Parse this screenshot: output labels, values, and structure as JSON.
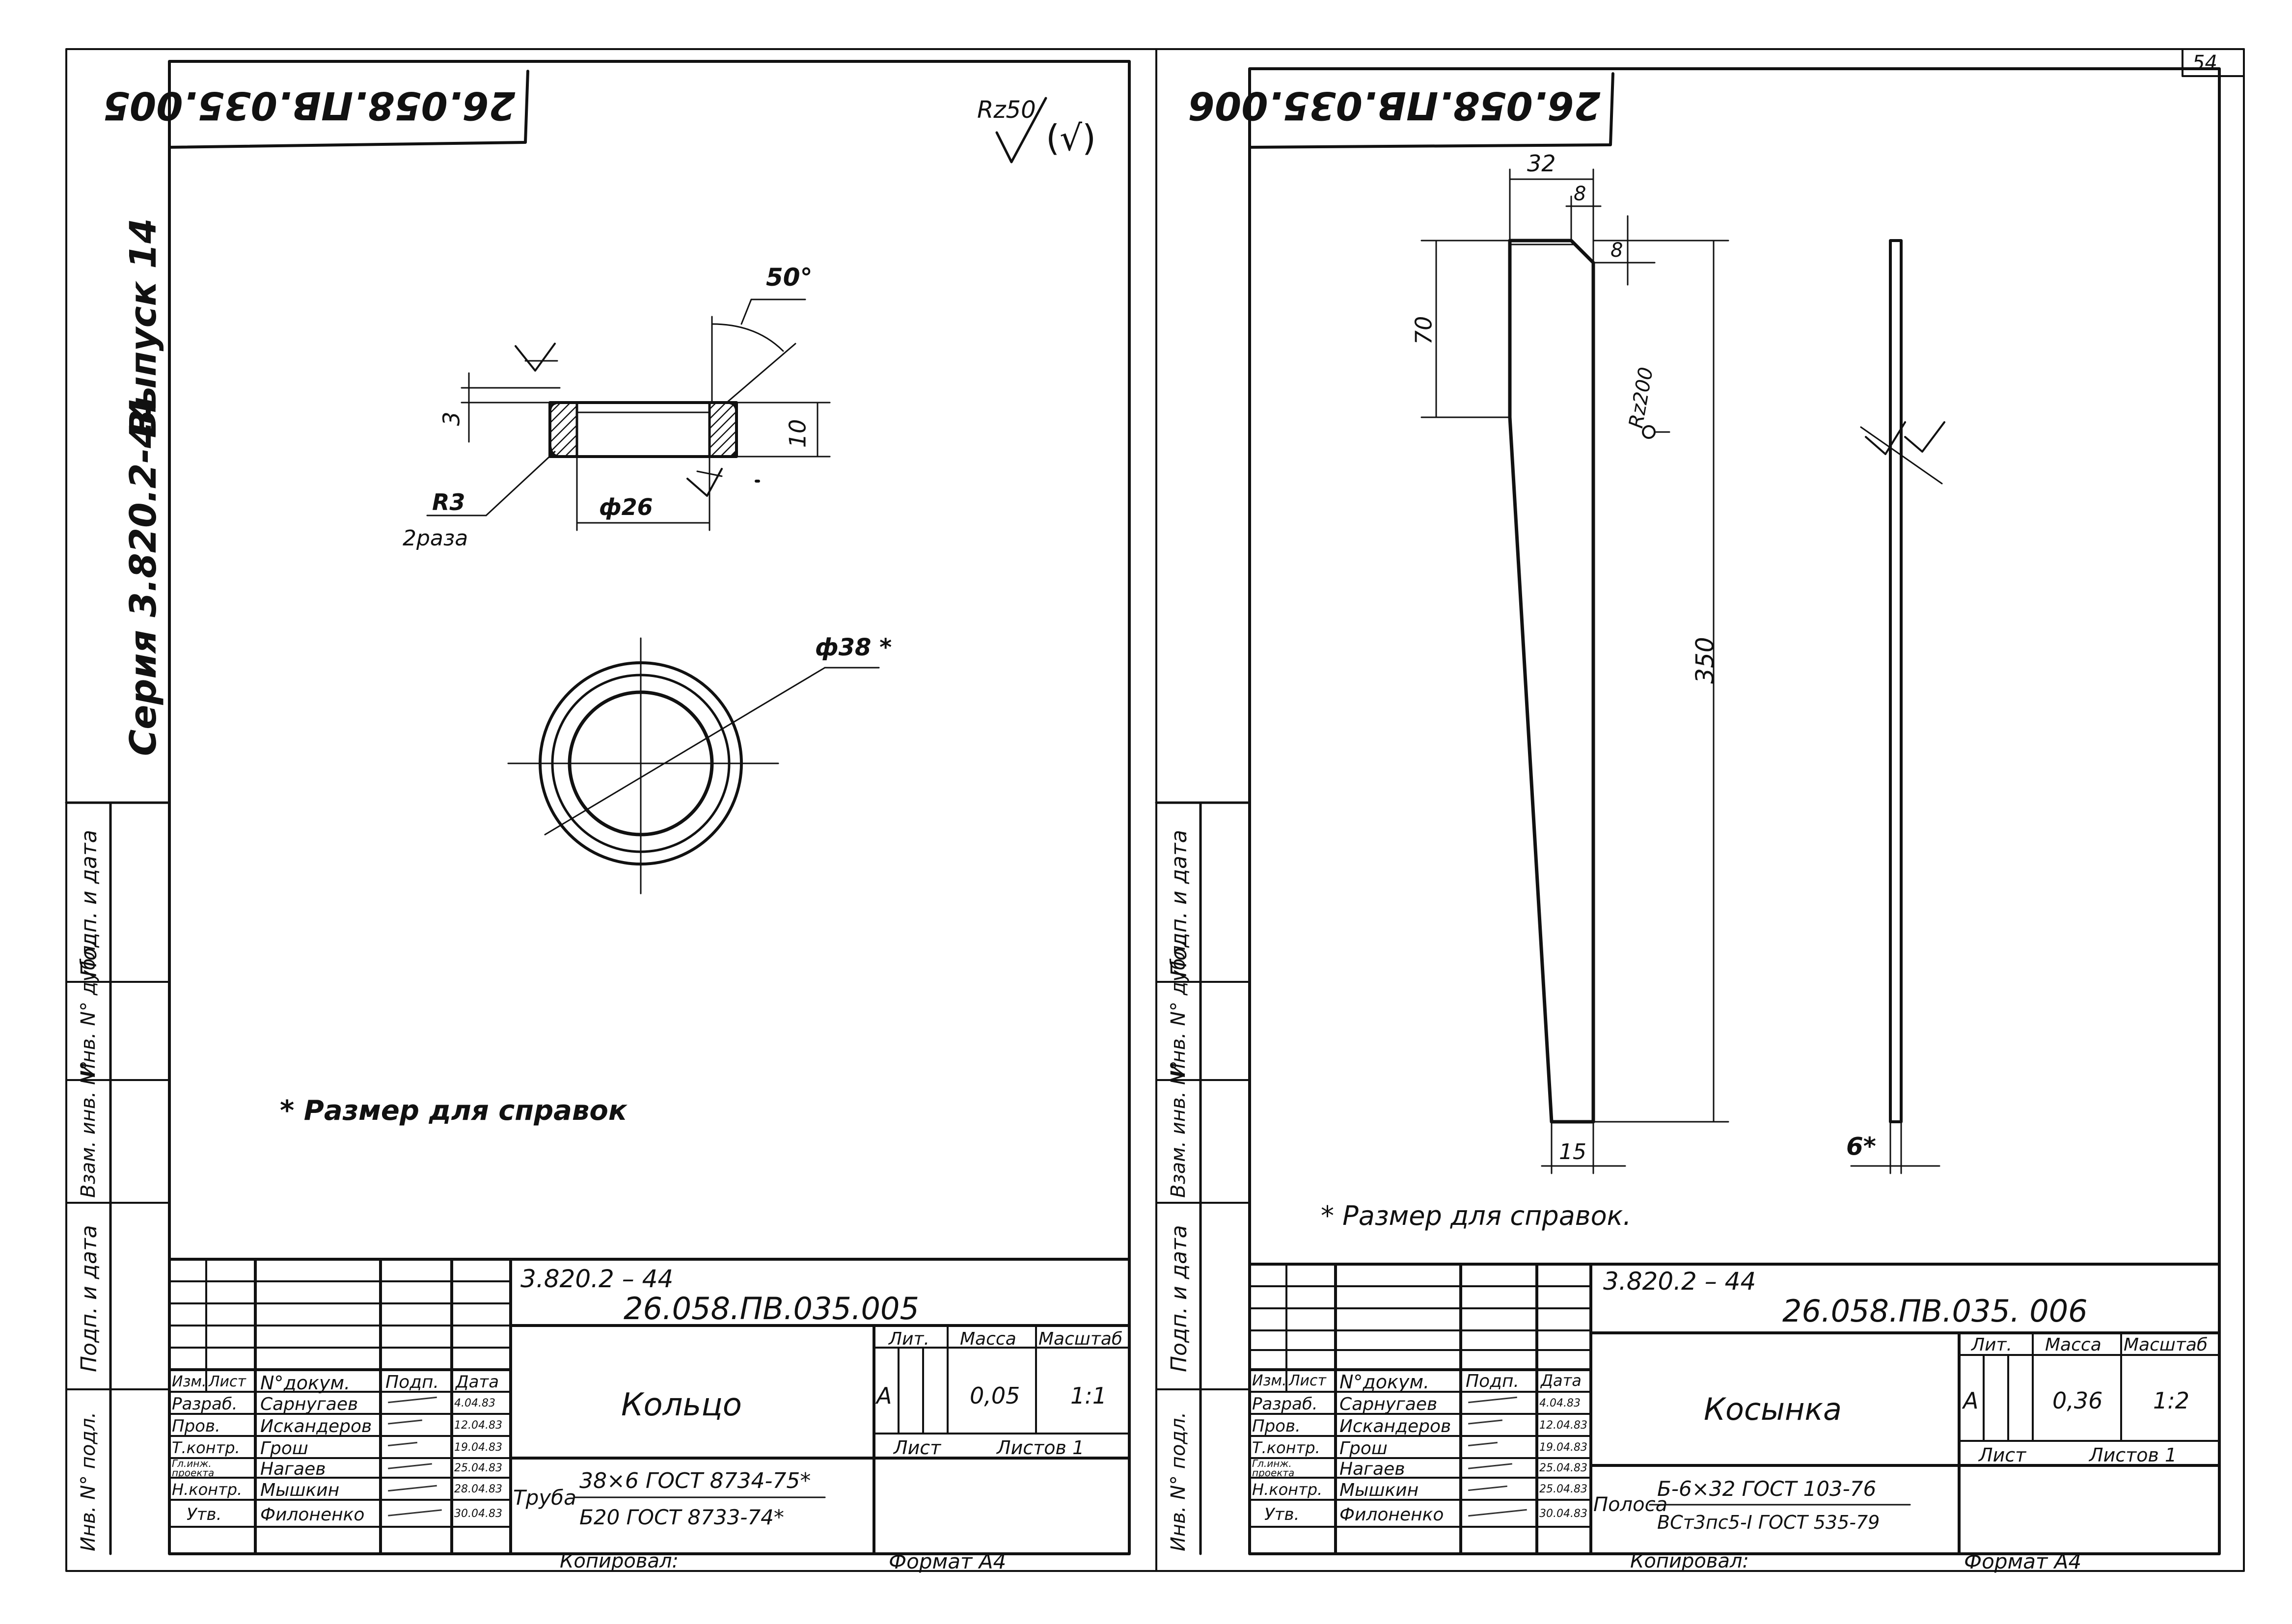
{
  "page_number": "54",
  "left_sheet": {
    "mirrored_code": "26.058.ПВ.035.005",
    "roughness": {
      "value": "Rz50",
      "mark": "(√)"
    },
    "side_stamp": {
      "series": "Серия 3.820.2-44",
      "issue": "Выпуск 14"
    },
    "dimensions": {
      "angle": "50°",
      "thickness": "3",
      "height": "10",
      "radius": "R3",
      "radius_note": "2раза",
      "inner_diameter": "ф26",
      "outer_diameter": "ф38 *"
    },
    "note": "* Размер для справок",
    "title_block": {
      "series": "3.820.2 – 44",
      "code": "26.058.ПВ.035.005",
      "name": "Кольцо",
      "lit_header": "Лит.",
      "mass_header": "Масса",
      "scale_header": "Масштаб",
      "lit": "А",
      "mass": "0,05",
      "scale": "1:1",
      "sheet_label": "Лист",
      "sheets_label": "Листов 1",
      "material_type": "Труба",
      "material_top": "38×6 ГОСТ 8734-75*",
      "material_bottom": "Б20 ГОСТ 8733-74*",
      "copied": "Копировал:",
      "format": "Формат А4"
    },
    "signatures": [
      {
        "role": "Разраб.",
        "name": "Сарнугаев",
        "date": "4.04.83"
      },
      {
        "role": "Пров.",
        "name": "Искандеров",
        "date": "12.04.83"
      },
      {
        "role": "Т.контр.",
        "name": "Грош",
        "date": "19.04.83"
      },
      {
        "role": "Гл.инж. проекта",
        "name": "Нагаев",
        "date": "25.04.83"
      },
      {
        "role": "Н.контр.",
        "name": "Мышкин",
        "date": "28.04.83"
      },
      {
        "role": "Утв.",
        "name": "Филоненко",
        "date": "30.04.83"
      }
    ]
  },
  "right_sheet": {
    "mirrored_code": "26.058.ПВ.035.006",
    "dimensions": {
      "top_width": "32",
      "chamfer_w": "8",
      "chamfer_h": "8",
      "taper_length": "70",
      "roughness": "Rz200",
      "length": "350",
      "bottom_width": "15",
      "thickness": "6*"
    },
    "note": "* Размер для справок.",
    "title_block": {
      "series": "3.820.2 – 44",
      "code": "26.058.ПВ.035. 006",
      "name": "Косынка",
      "lit_header": "Лит.",
      "mass_header": "Масса",
      "scale_header": "Масштаб",
      "lit": "А",
      "mass": "0,36",
      "scale": "1:2",
      "sheet_label": "Лист",
      "sheets_label": "Листов 1",
      "material_type": "Полоса",
      "material_top": "Б-6×32 ГОСТ 103-76",
      "material_bottom": "ВСт3пс5-I ГОСТ 535-79",
      "copied": "Копировал:",
      "format": "Формат А4"
    },
    "signatures": [
      {
        "role": "Разраб.",
        "name": "Сарнугаев",
        "date": "4.04.83"
      },
      {
        "role": "Пров.",
        "name": "Искандеров",
        "date": "12.04.83"
      },
      {
        "role": "Т.контр.",
        "name": "Грош",
        "date": "19.04.83"
      },
      {
        "role": "Гл.инж. проекта",
        "name": "Нагаев",
        "date": "25.04.83"
      },
      {
        "role": "Н.контр.",
        "name": "Мышкин",
        "date": "25.04.83"
      },
      {
        "role": "Утв.",
        "name": "Филоненко",
        "date": "30.04.83"
      }
    ]
  },
  "common": {
    "header_izm": "Изм.",
    "header_list": "Лист",
    "header_doc": "N°докум.",
    "header_sign": "Подп.",
    "header_date": "Дата",
    "margin_labels": [
      "Подп. и дата",
      "Взам. инв. N°",
      "Инв. N° дубл.",
      "Подп. и дата",
      "Инв. N° подл."
    ]
  }
}
